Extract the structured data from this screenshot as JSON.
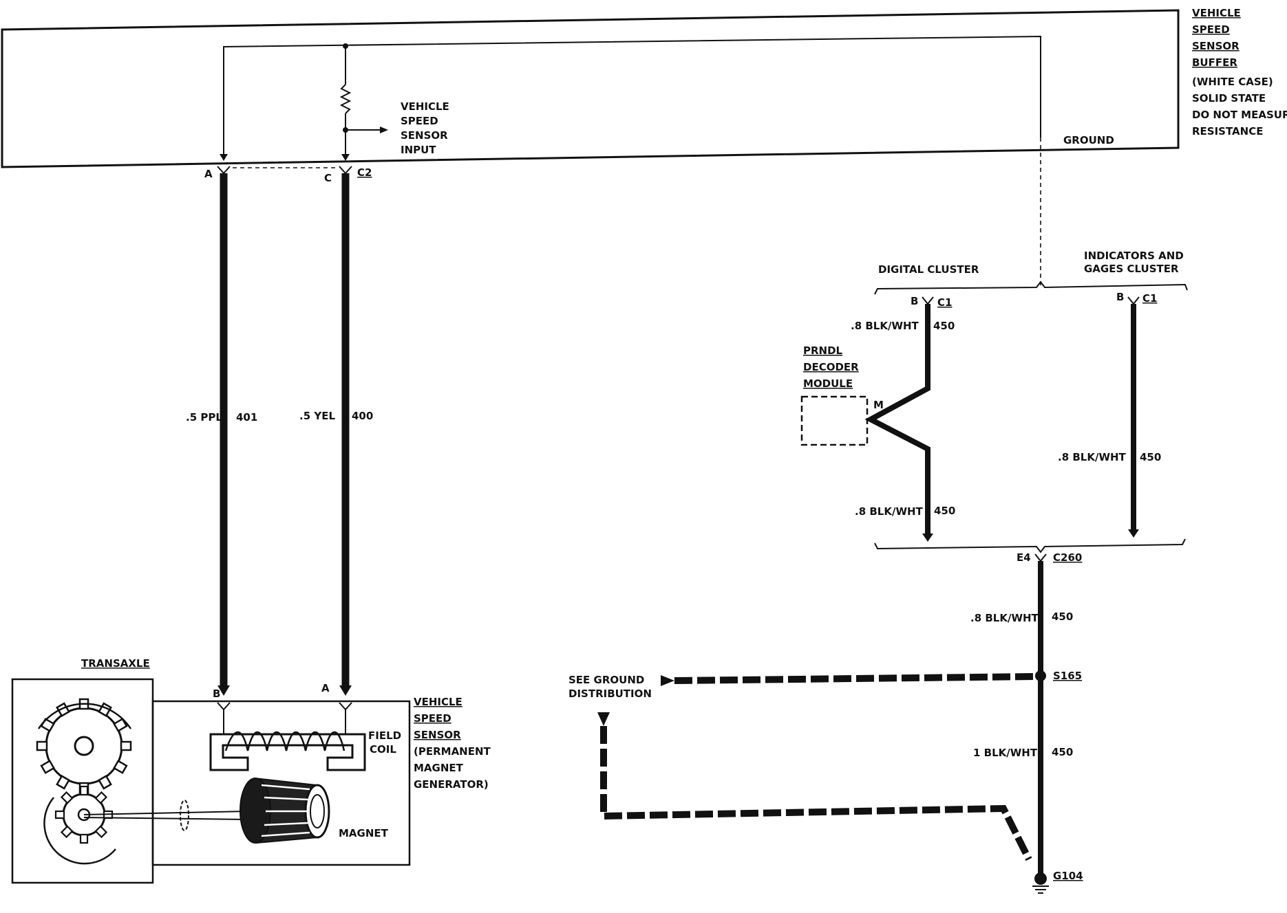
{
  "buffer": {
    "title": [
      "VEHICLE",
      "SPEED",
      "SENSOR",
      "BUFFER"
    ],
    "notes": [
      "(WHITE CASE)",
      "SOLID STATE",
      "DO NOT MEASURE",
      "RESISTANCE"
    ],
    "input_label": [
      "VEHICLE",
      "SPEED",
      "SENSOR",
      "INPUT"
    ],
    "ground_label": "GROUND"
  },
  "connectors": {
    "buffer_pin_a": "A",
    "buffer_pin_c": "C",
    "buffer_conn": "C2",
    "dc_pin": "B",
    "dc_conn": "C1",
    "ig_pin": "B",
    "ig_conn": "C1",
    "c260_pin": "E4",
    "c260_conn": "C260",
    "splice": "S165",
    "ground": "G104",
    "vss_pin_b": "B",
    "vss_pin_a": "A",
    "prndl_pin": "M"
  },
  "wires": {
    "w401": {
      "color": ".5 PPL",
      "circuit": "401"
    },
    "w400": {
      "color": ".5 YEL",
      "circuit": "400"
    },
    "dc_upper": {
      "color": ".8 BLK/WHT",
      "circuit": "450"
    },
    "dc_lower": {
      "color": ".8 BLK/WHT",
      "circuit": "450"
    },
    "ig": {
      "color": ".8 BLK/WHT",
      "circuit": "450"
    },
    "c260_s165": {
      "color": ".8 BLK/WHT",
      "circuit": "450"
    },
    "s165_g104": {
      "color": "1 BLK/WHT",
      "circuit": "450"
    }
  },
  "clusters": {
    "digital": "DIGITAL CLUSTER",
    "indicators": [
      "INDICATORS AND",
      "GAGES CLUSTER"
    ]
  },
  "prndl": [
    "PRNDL",
    "DECODER",
    "MODULE"
  ],
  "see_ground": [
    "SEE GROUND",
    "DISTRIBUTION"
  ],
  "transaxle": "TRANSAXLE",
  "vss": {
    "title": [
      "VEHICLE",
      "SPEED",
      "SENSOR"
    ],
    "notes": [
      "(PERMANENT",
      "MAGNET",
      "GENERATOR)"
    ],
    "field_coil": [
      "FIELD",
      "COIL"
    ],
    "magnet": "MAGNET"
  }
}
